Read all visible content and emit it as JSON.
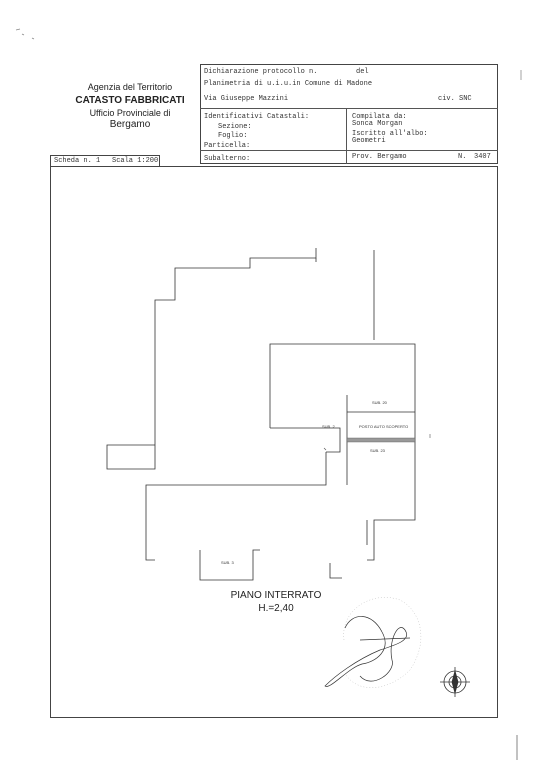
{
  "agency": {
    "line1": "Agenzia del Territorio",
    "line2": "CATASTO FABBRICATI",
    "line3": "Ufficio Provinciale di",
    "line4": "Bergamo"
  },
  "header": {
    "protocol_label": "Dichiarazione protocollo n.",
    "protocol_del": "del",
    "planimetry": "Planimetria di u.i.u.in Comune di Madone",
    "address": "Via Giuseppe Mazzini",
    "civic": "civ. SNC",
    "ident_title": "Identificativi Catastali:",
    "sezione": "Sezione:",
    "foglio": "Foglio:",
    "particella": "Particella:",
    "subalterno": "Subalterno:",
    "compiled_label": "Compilata da:",
    "compiled_name": "Sonca Morgan",
    "registered_label": "Iscritto all'albo:",
    "registered_value": "Geometri",
    "province": "Prov. Bergamo",
    "number_label": "N.",
    "number_value": "3407",
    "scheda": "Scheda n. 1",
    "scala": "Scala 1:200"
  },
  "plan": {
    "sub_label_a": "SUB. 20",
    "sub_label_b": "SUB. 2",
    "posto_auto": "POSTO AUTO SCOPERTO",
    "sub_label_c": "SUB. 23",
    "sub_label_d": "SUB. 3",
    "floor_name": "PIANO INTERRATO",
    "floor_height": "H.=2,40"
  }
}
